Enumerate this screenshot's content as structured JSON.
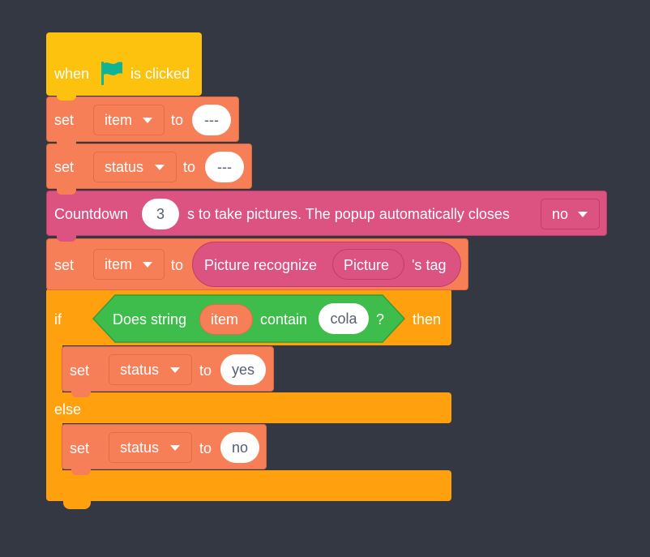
{
  "script": {
    "hat": {
      "when_label": "when",
      "flag_icon": "green-flag-icon",
      "clicked_label": "is clicked"
    },
    "set_item_1": {
      "set_label": "set",
      "variable": "item",
      "to_label": "to",
      "value": "---"
    },
    "set_status_1": {
      "set_label": "set",
      "variable": "status",
      "to_label": "to",
      "value": "---"
    },
    "countdown": {
      "prefix": "Countdown",
      "seconds": "3",
      "text": "s to take pictures. The popup automatically closes",
      "option": "no"
    },
    "set_item_2": {
      "set_label": "set",
      "variable": "item",
      "to_label": "to",
      "reporter_label": "Picture recognize",
      "reporter_arg": "Picture",
      "reporter_suffix": "'s tag"
    },
    "if_block": {
      "if_label": "if",
      "condition": {
        "prefix": "Does string",
        "var": "item",
        "middle": "contain",
        "value": "cola",
        "suffix": "?"
      },
      "then_label": "then",
      "then_set": {
        "set_label": "set",
        "variable": "status",
        "to_label": "to",
        "value": "yes"
      },
      "else_label": "else",
      "else_set": {
        "set_label": "set",
        "variable": "status",
        "to_label": "to",
        "value": "no"
      }
    }
  },
  "colors": {
    "background": "#343842",
    "events": "#fcc20d",
    "data": "#f77f58",
    "ai": "#dc5280",
    "control": "#ffa10f",
    "operators": "#3fbd4c",
    "flag": "#00b894"
  }
}
